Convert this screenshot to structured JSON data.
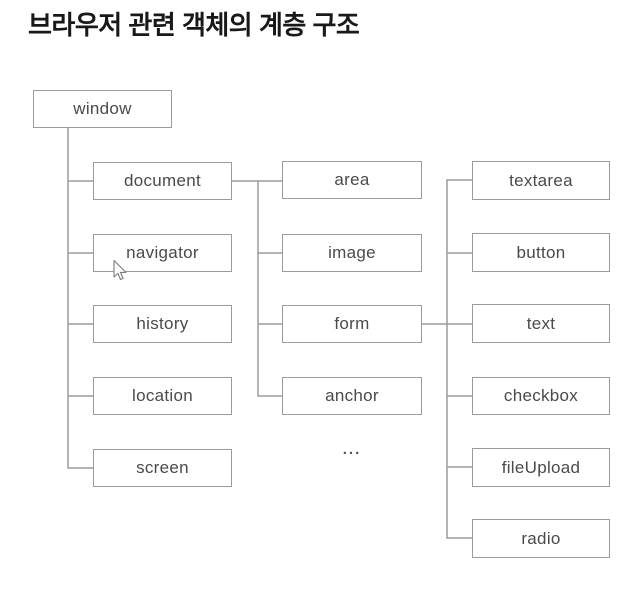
{
  "title": "브라우저 관련 객체의 계층 구조",
  "diagram": {
    "root": {
      "label": "window"
    },
    "window_children": [
      {
        "label": "document"
      },
      {
        "label": "navigator"
      },
      {
        "label": "history"
      },
      {
        "label": "location"
      },
      {
        "label": "screen"
      }
    ],
    "document_children": [
      {
        "label": "area"
      },
      {
        "label": "image"
      },
      {
        "label": "form"
      },
      {
        "label": "anchor"
      }
    ],
    "document_children_ellipsis": "...",
    "form_children": [
      {
        "label": "textarea"
      },
      {
        "label": "button"
      },
      {
        "label": "text"
      },
      {
        "label": "checkbox"
      },
      {
        "label": "fileUpload"
      },
      {
        "label": "radio"
      }
    ]
  },
  "colors": {
    "background": "#ffffff",
    "box_border": "#9b9b9b",
    "connector_line": "#9b9b9b",
    "node_text": "#4a4a4a",
    "title_text": "#191919"
  }
}
